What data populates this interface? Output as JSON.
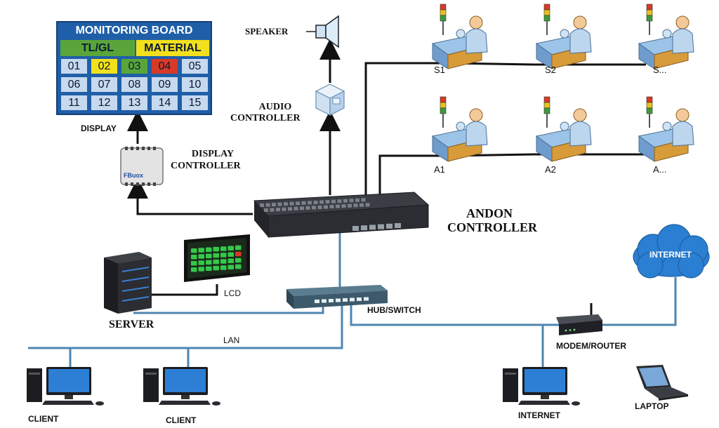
{
  "board": {
    "title": "MONITORING BOARD",
    "left_header": "TL/GL",
    "right_header": "MATERIAL",
    "cells": [
      "01",
      "02",
      "03",
      "04",
      "05",
      "06",
      "07",
      "08",
      "09",
      "10",
      "11",
      "12",
      "13",
      "14",
      "15"
    ],
    "cell_colors": {
      "02": "#f2e01c",
      "03": "#5aa53a",
      "04": "#d83a26"
    },
    "caption": "DISPLAY"
  },
  "labels": {
    "speaker": "SPEAKER",
    "audio_controller_1": "AUDIO",
    "audio_controller_2": "CONTROLLER",
    "display_controller_1": "DISPLAY",
    "display_controller_2": "CONTROLLER",
    "andon_controller_1": "ANDON",
    "andon_controller_2": "CONTROLLER",
    "lcd": "LCD",
    "server": "SERVER",
    "hub_switch": "HUB/SWITCH",
    "lan": "LAN",
    "internet_cloud": "INTERNET",
    "modem_router": "MODEM/ROUTER",
    "client_1": "CLIENT",
    "client_2": "CLIENT",
    "internet_pc": "INTERNET",
    "laptop": "LAPTOP",
    "display_controller_brand": "FBuox"
  },
  "stations": {
    "s_row": [
      "S1",
      "S2",
      "S..."
    ],
    "a_row": [
      "A1",
      "A2",
      "A..."
    ]
  },
  "colors": {
    "lan_wire": "#4f86b0",
    "control_wire": "#111111",
    "tower_red": "#d83a26",
    "tower_yellow": "#e7c21c",
    "tower_green": "#3d9a3a"
  }
}
